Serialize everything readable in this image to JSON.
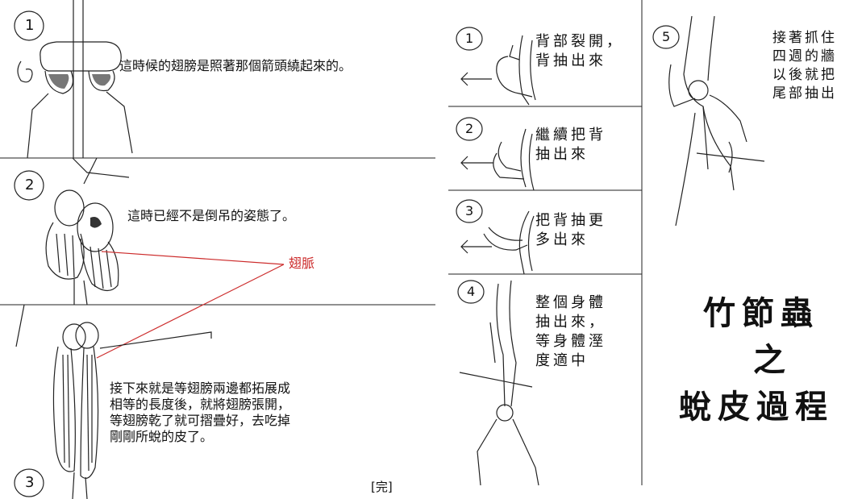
{
  "left": {
    "step1": {
      "num": "1",
      "text": "這時候的翅膀是照著那個箭頭繞起來的。"
    },
    "step2": {
      "num": "2",
      "text": "這時已經不是倒吊的姿態了。",
      "label": "翅脈"
    },
    "step3": {
      "num": "3",
      "lines": [
        "接下來就是等翅膀兩邊都拓展成",
        "相等的長度後，就將翅膀張開，",
        "等翅膀乾了就可摺疊好，去吃掉",
        "剛剛所蛻的皮了。"
      ]
    },
    "end_mark": "[完]"
  },
  "right": {
    "steps": [
      {
        "num": "1",
        "lines": [
          "背部裂開，",
          "背抽出來"
        ]
      },
      {
        "num": "2",
        "lines": [
          "繼續把背",
          "抽出來"
        ]
      },
      {
        "num": "3",
        "lines": [
          "把背抽更",
          "多出來"
        ]
      },
      {
        "num": "4",
        "lines": [
          "整個身體",
          "抽出來，",
          "等身體溼",
          "度適中"
        ]
      },
      {
        "num": "5",
        "lines": [
          "接著抓住",
          "四週的牆",
          "以後就把",
          "尾部抽出"
        ]
      }
    ],
    "title": [
      "竹節蟲",
      "之",
      "蛻皮過程"
    ]
  },
  "colors": {
    "ink": "#111111",
    "accent": "#cc2a2a"
  }
}
